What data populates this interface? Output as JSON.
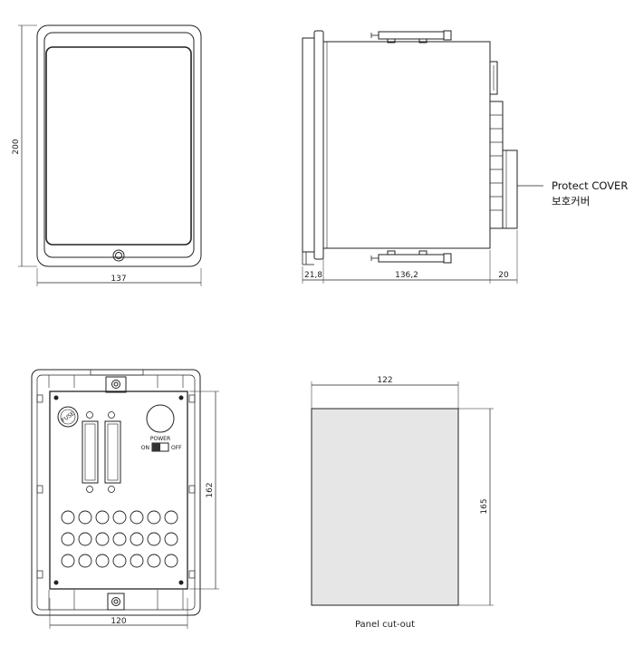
{
  "front_view": {
    "height_dim": "200",
    "width_dim": "137"
  },
  "side_view": {
    "dim_front_depth": "21,8",
    "dim_body_depth": "136,2",
    "dim_cover_depth": "20",
    "cover_label_en": "Protect COVER",
    "cover_label_ko": "보호커버"
  },
  "rear_view": {
    "height_dim": "162",
    "width_dim": "120",
    "fuse_label": "FUSE",
    "power_label": "POWER",
    "on_label": "ON",
    "off_label": "OFF"
  },
  "panel_cutout": {
    "width_dim": "122",
    "height_dim": "165",
    "caption": "Panel cut-out"
  },
  "colors": {
    "line": "#222222",
    "cutout_fill": "#e6e6e6",
    "switch_fill": "#333333"
  }
}
